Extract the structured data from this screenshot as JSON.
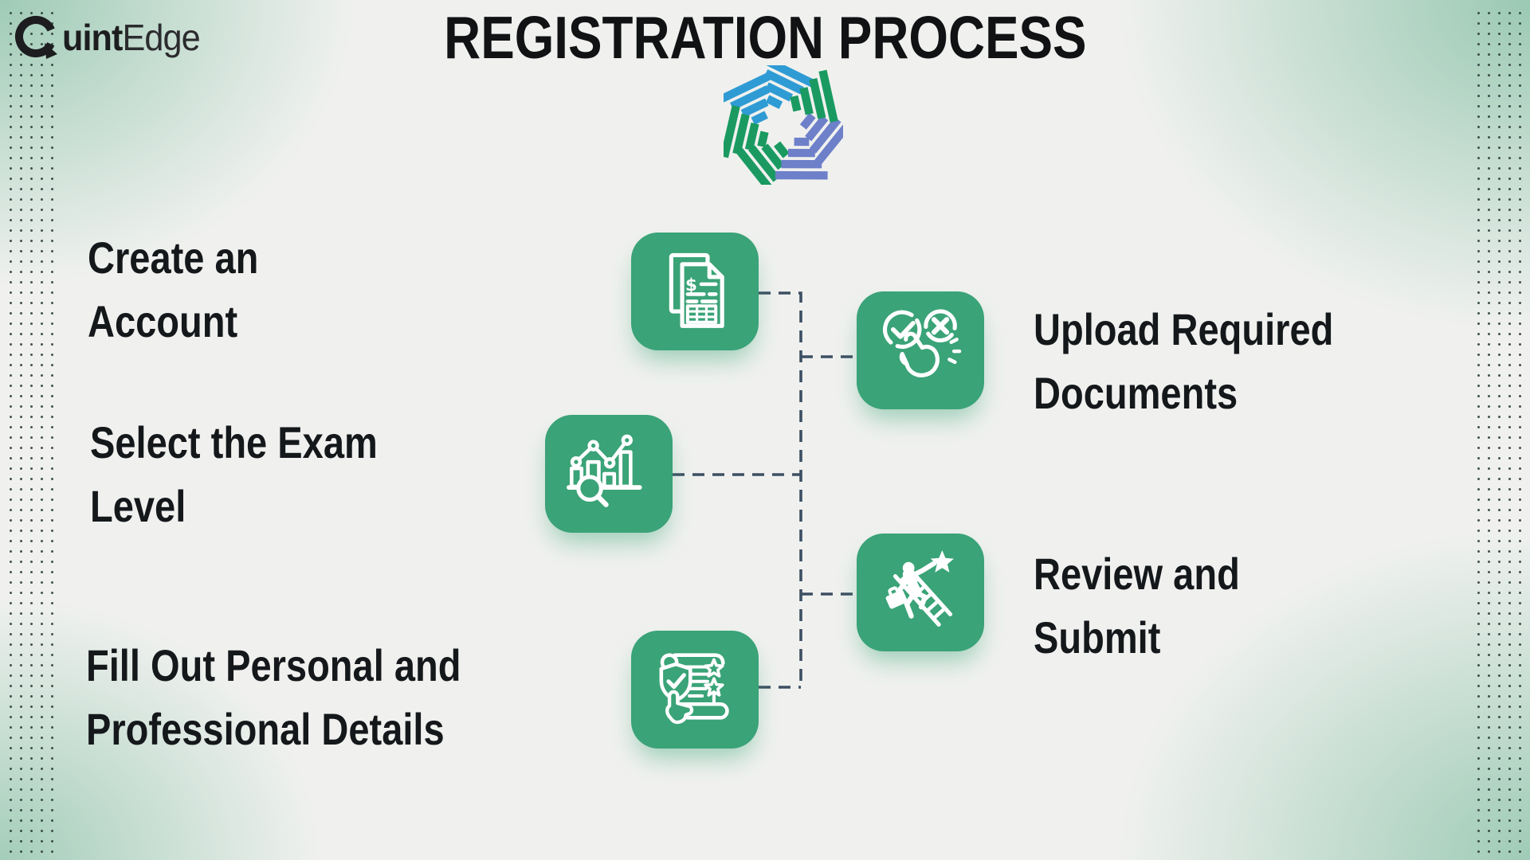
{
  "brand": {
    "q_label": "Q",
    "bold": "uint",
    "light": "Edge"
  },
  "title": "REGISTRATION PROCESS",
  "logo": {
    "name": "cfa-pinwheel-logo"
  },
  "labels": [
    {
      "line1": "Create an",
      "line2": "Account"
    },
    {
      "line1": "Select the Exam",
      "line2": "Level"
    },
    {
      "line1": "Fill Out Personal and",
      "line2": "Professional Details"
    },
    {
      "line1": "Upload Required",
      "line2": "Documents"
    },
    {
      "line1": "Review and",
      "line2": "Submit"
    }
  ],
  "icons": {
    "invoice_dollar": "$",
    "list": [
      "invoice-icon",
      "analytics-icon",
      "checklist-icon",
      "approve-reject-icon",
      "career-ladder-icon"
    ]
  },
  "colors": {
    "background": "#f0f1ef",
    "corner_mint": "#96c7b0",
    "tile_green": "#3aa377",
    "dash": "#3d4f63",
    "text": "#15181b",
    "cfa_green": "#1a9a61",
    "cfa_blue": "#2f9bd4",
    "cfa_periwinkle": "#6d80c9"
  }
}
